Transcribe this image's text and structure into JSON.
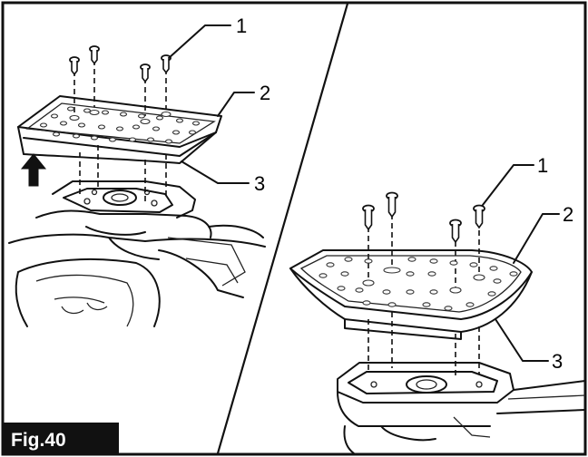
{
  "figure_label": "Fig.40",
  "left_panel": {
    "callouts": [
      {
        "id": "screw",
        "text": "1"
      },
      {
        "id": "pad",
        "text": "2"
      },
      {
        "id": "base",
        "text": "3"
      }
    ]
  },
  "right_panel": {
    "callouts": [
      {
        "id": "screw",
        "text": "1"
      },
      {
        "id": "pad",
        "text": "2"
      },
      {
        "id": "base",
        "text": "3"
      }
    ]
  }
}
